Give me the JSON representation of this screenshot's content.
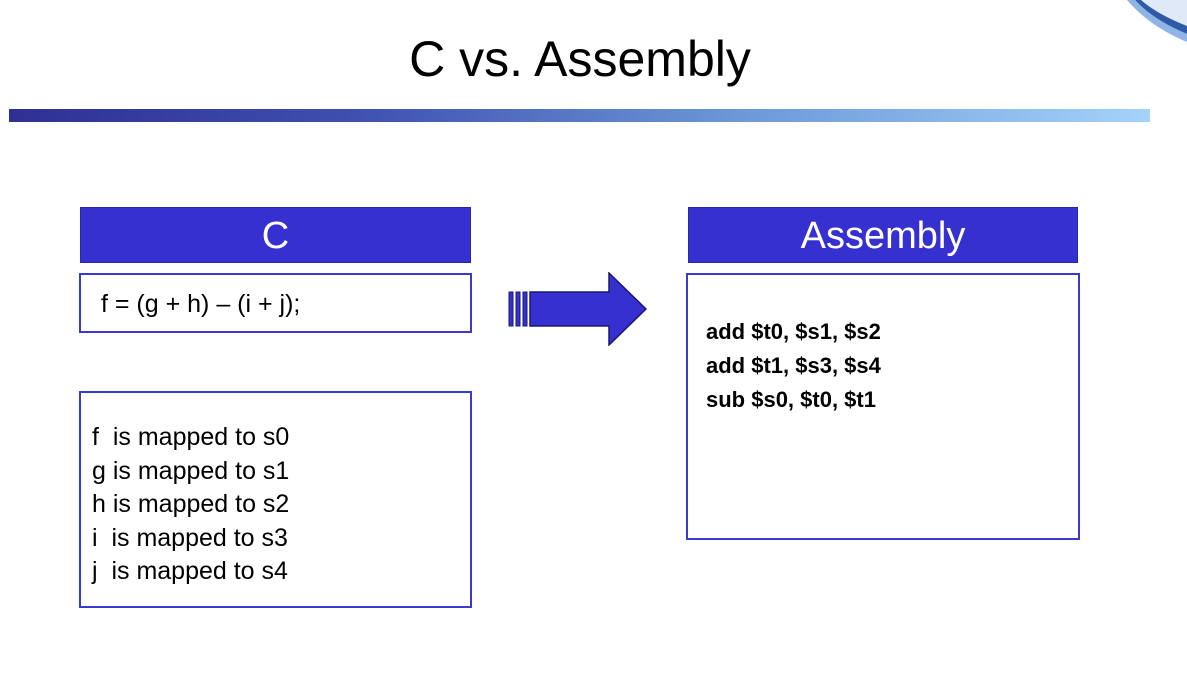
{
  "slide": {
    "title": "C vs. Assembly"
  },
  "c_panel": {
    "header": "C",
    "code": "f = (g + h) – (i + j);",
    "mappings": [
      "f  is mapped to s0",
      "g is mapped to s1",
      "h is mapped to s2",
      "i  is mapped to s3",
      "j  is mapped to s4"
    ]
  },
  "assembly_panel": {
    "header": "Assembly",
    "instructions": [
      "add $t0, $s1, $s2",
      "add $t1, $s3, $s4",
      "sub $s0, $t0, $t1"
    ]
  },
  "colors": {
    "header_fill": "#3630d0",
    "panel_border": "#3a3acc",
    "arrow_fill": "#3630d0",
    "rule_start": "#2f2f94",
    "rule_end": "#a3d2fa"
  },
  "icons": {
    "arrow": "right-arrow-icon",
    "corner": "page-curl-decoration"
  }
}
